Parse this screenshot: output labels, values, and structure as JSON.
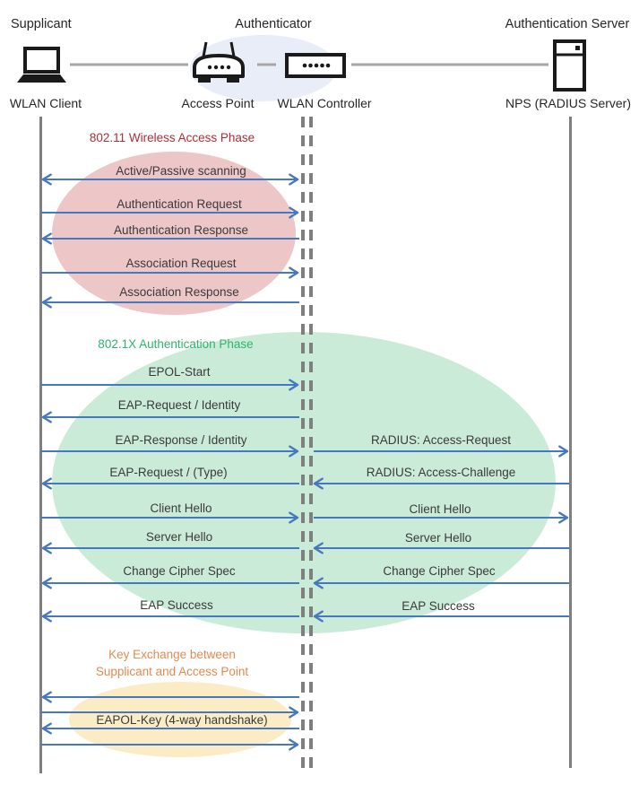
{
  "actors": [
    {
      "role": "Supplicant",
      "device": "WLAN Client",
      "icon": "laptop-icon"
    },
    {
      "role": "Authenticator",
      "devices": [
        {
          "name": "Access Point",
          "icon": "access-point-icon"
        },
        {
          "name": "WLAN Controller",
          "icon": "wlan-controller-icon"
        }
      ]
    },
    {
      "role": "Authentication Server",
      "device": "NPS (RADIUS Server)",
      "icon": "server-icon"
    }
  ],
  "phases": [
    {
      "title": "802.11 Wireless Access Phase",
      "title_color": "#b02e34",
      "ellipse_fill": "#edc6c8",
      "messages": [
        {
          "label": "Active/Passive scanning",
          "direction": "both",
          "from": "WLAN Client",
          "to": "WLAN Controller"
        },
        {
          "label": "Authentication Request",
          "direction": "right",
          "from": "WLAN Client",
          "to": "WLAN Controller"
        },
        {
          "label": "Authentication Response",
          "direction": "left",
          "from": "WLAN Controller",
          "to": "WLAN Client"
        },
        {
          "label": "Association Request",
          "direction": "right",
          "from": "WLAN Client",
          "to": "WLAN Controller"
        },
        {
          "label": "Association Response",
          "direction": "left",
          "from": "WLAN Controller",
          "to": "WLAN Client"
        }
      ]
    },
    {
      "title": "802.1X Authentication Phase",
      "title_color": "#2fb46c",
      "ellipse_fill": "#cbebd9",
      "left_messages": [
        {
          "label": "EPOL-Start",
          "direction": "right"
        },
        {
          "label": "EAP-Request / Identity",
          "direction": "left"
        },
        {
          "label": "EAP-Response / Identity",
          "direction": "right"
        },
        {
          "label": "EAP-Request / (Type)",
          "direction": "left"
        },
        {
          "label": "Client Hello",
          "direction": "right"
        },
        {
          "label": "Server Hello",
          "direction": "left"
        },
        {
          "label": "Change Cipher Spec",
          "direction": "left"
        },
        {
          "label": "EAP Success",
          "direction": "left"
        }
      ],
      "right_messages": [
        {
          "label": "RADIUS: Access-Request",
          "direction": "right"
        },
        {
          "label": "RADIUS: Access-Challenge",
          "direction": "left"
        },
        {
          "label": "Client Hello",
          "direction": "right"
        },
        {
          "label": "Server Hello",
          "direction": "left"
        },
        {
          "label": "Change Cipher Spec",
          "direction": "left"
        },
        {
          "label": "EAP Success",
          "direction": "left"
        }
      ]
    },
    {
      "title_lines": [
        "Key Exchange between",
        "Supplicant and Access Point"
      ],
      "title_color": "#e18b52",
      "ellipse_fill": "#fcecc6",
      "messages": [
        {
          "label": "EAPOL-Key (4-way handshake)",
          "direction": "both",
          "arrow_sequence": [
            "left",
            "right",
            "left",
            "right"
          ]
        }
      ]
    }
  ],
  "colors": {
    "arrow": "#4678be",
    "lifeline": "#7f7f7f",
    "connector": "#a6a6a6",
    "label_text": "#3a3a3a",
    "authenticator_backdrop": "#e9edf7"
  }
}
